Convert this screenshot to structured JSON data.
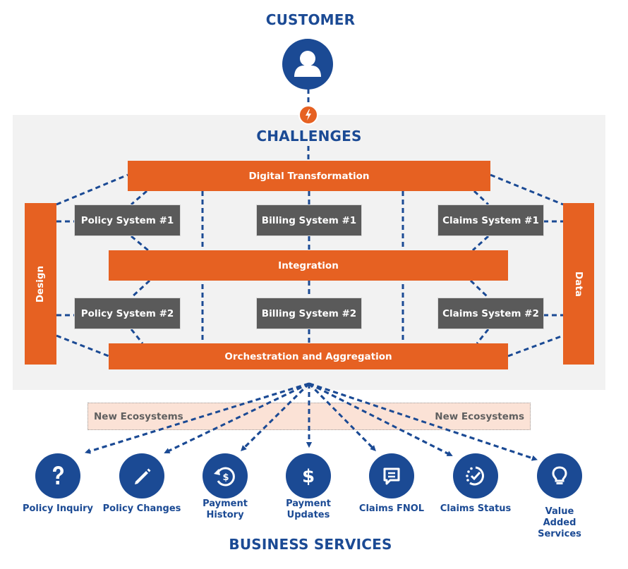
{
  "colors": {
    "brand_blue": "#1b4a94",
    "orange": "#e66122",
    "system_gray": "#5a5a5a",
    "panel_gray": "#f2f2f2",
    "ecosystem_band": "#fbe2d6"
  },
  "customer": {
    "title": "CUSTOMER",
    "icon": "user-icon"
  },
  "challenges": {
    "title": "CHALLENGES",
    "icon": "lightning-icon",
    "layers": {
      "digital_transformation": "Digital Transformation",
      "integration": "Integration",
      "orchestration": "Orchestration and Aggregation",
      "design": "Design",
      "data": "Data"
    },
    "systems_row1": [
      "Policy System #1",
      "Billing System #1",
      "Claims System #1"
    ],
    "systems_row2": [
      "Policy System #2",
      "Billing System #2",
      "Claims System #2"
    ]
  },
  "ecosystems": {
    "left": "New Ecosystems",
    "right": "New Ecosystems"
  },
  "business_services": {
    "title": "BUSINESS SERVICES",
    "items": [
      {
        "label": "Policy Inquiry",
        "icon": "question-icon"
      },
      {
        "label": "Policy Changes",
        "icon": "pencil-icon"
      },
      {
        "label": "Payment History",
        "icon": "payment-history-icon"
      },
      {
        "label": "Payment Updates",
        "icon": "dollar-icon"
      },
      {
        "label": "Claims FNOL",
        "icon": "chat-message-icon"
      },
      {
        "label": "Claims Status",
        "icon": "status-check-icon"
      },
      {
        "label": "Value Added Services",
        "icon": "lightbulb-icon"
      }
    ]
  }
}
